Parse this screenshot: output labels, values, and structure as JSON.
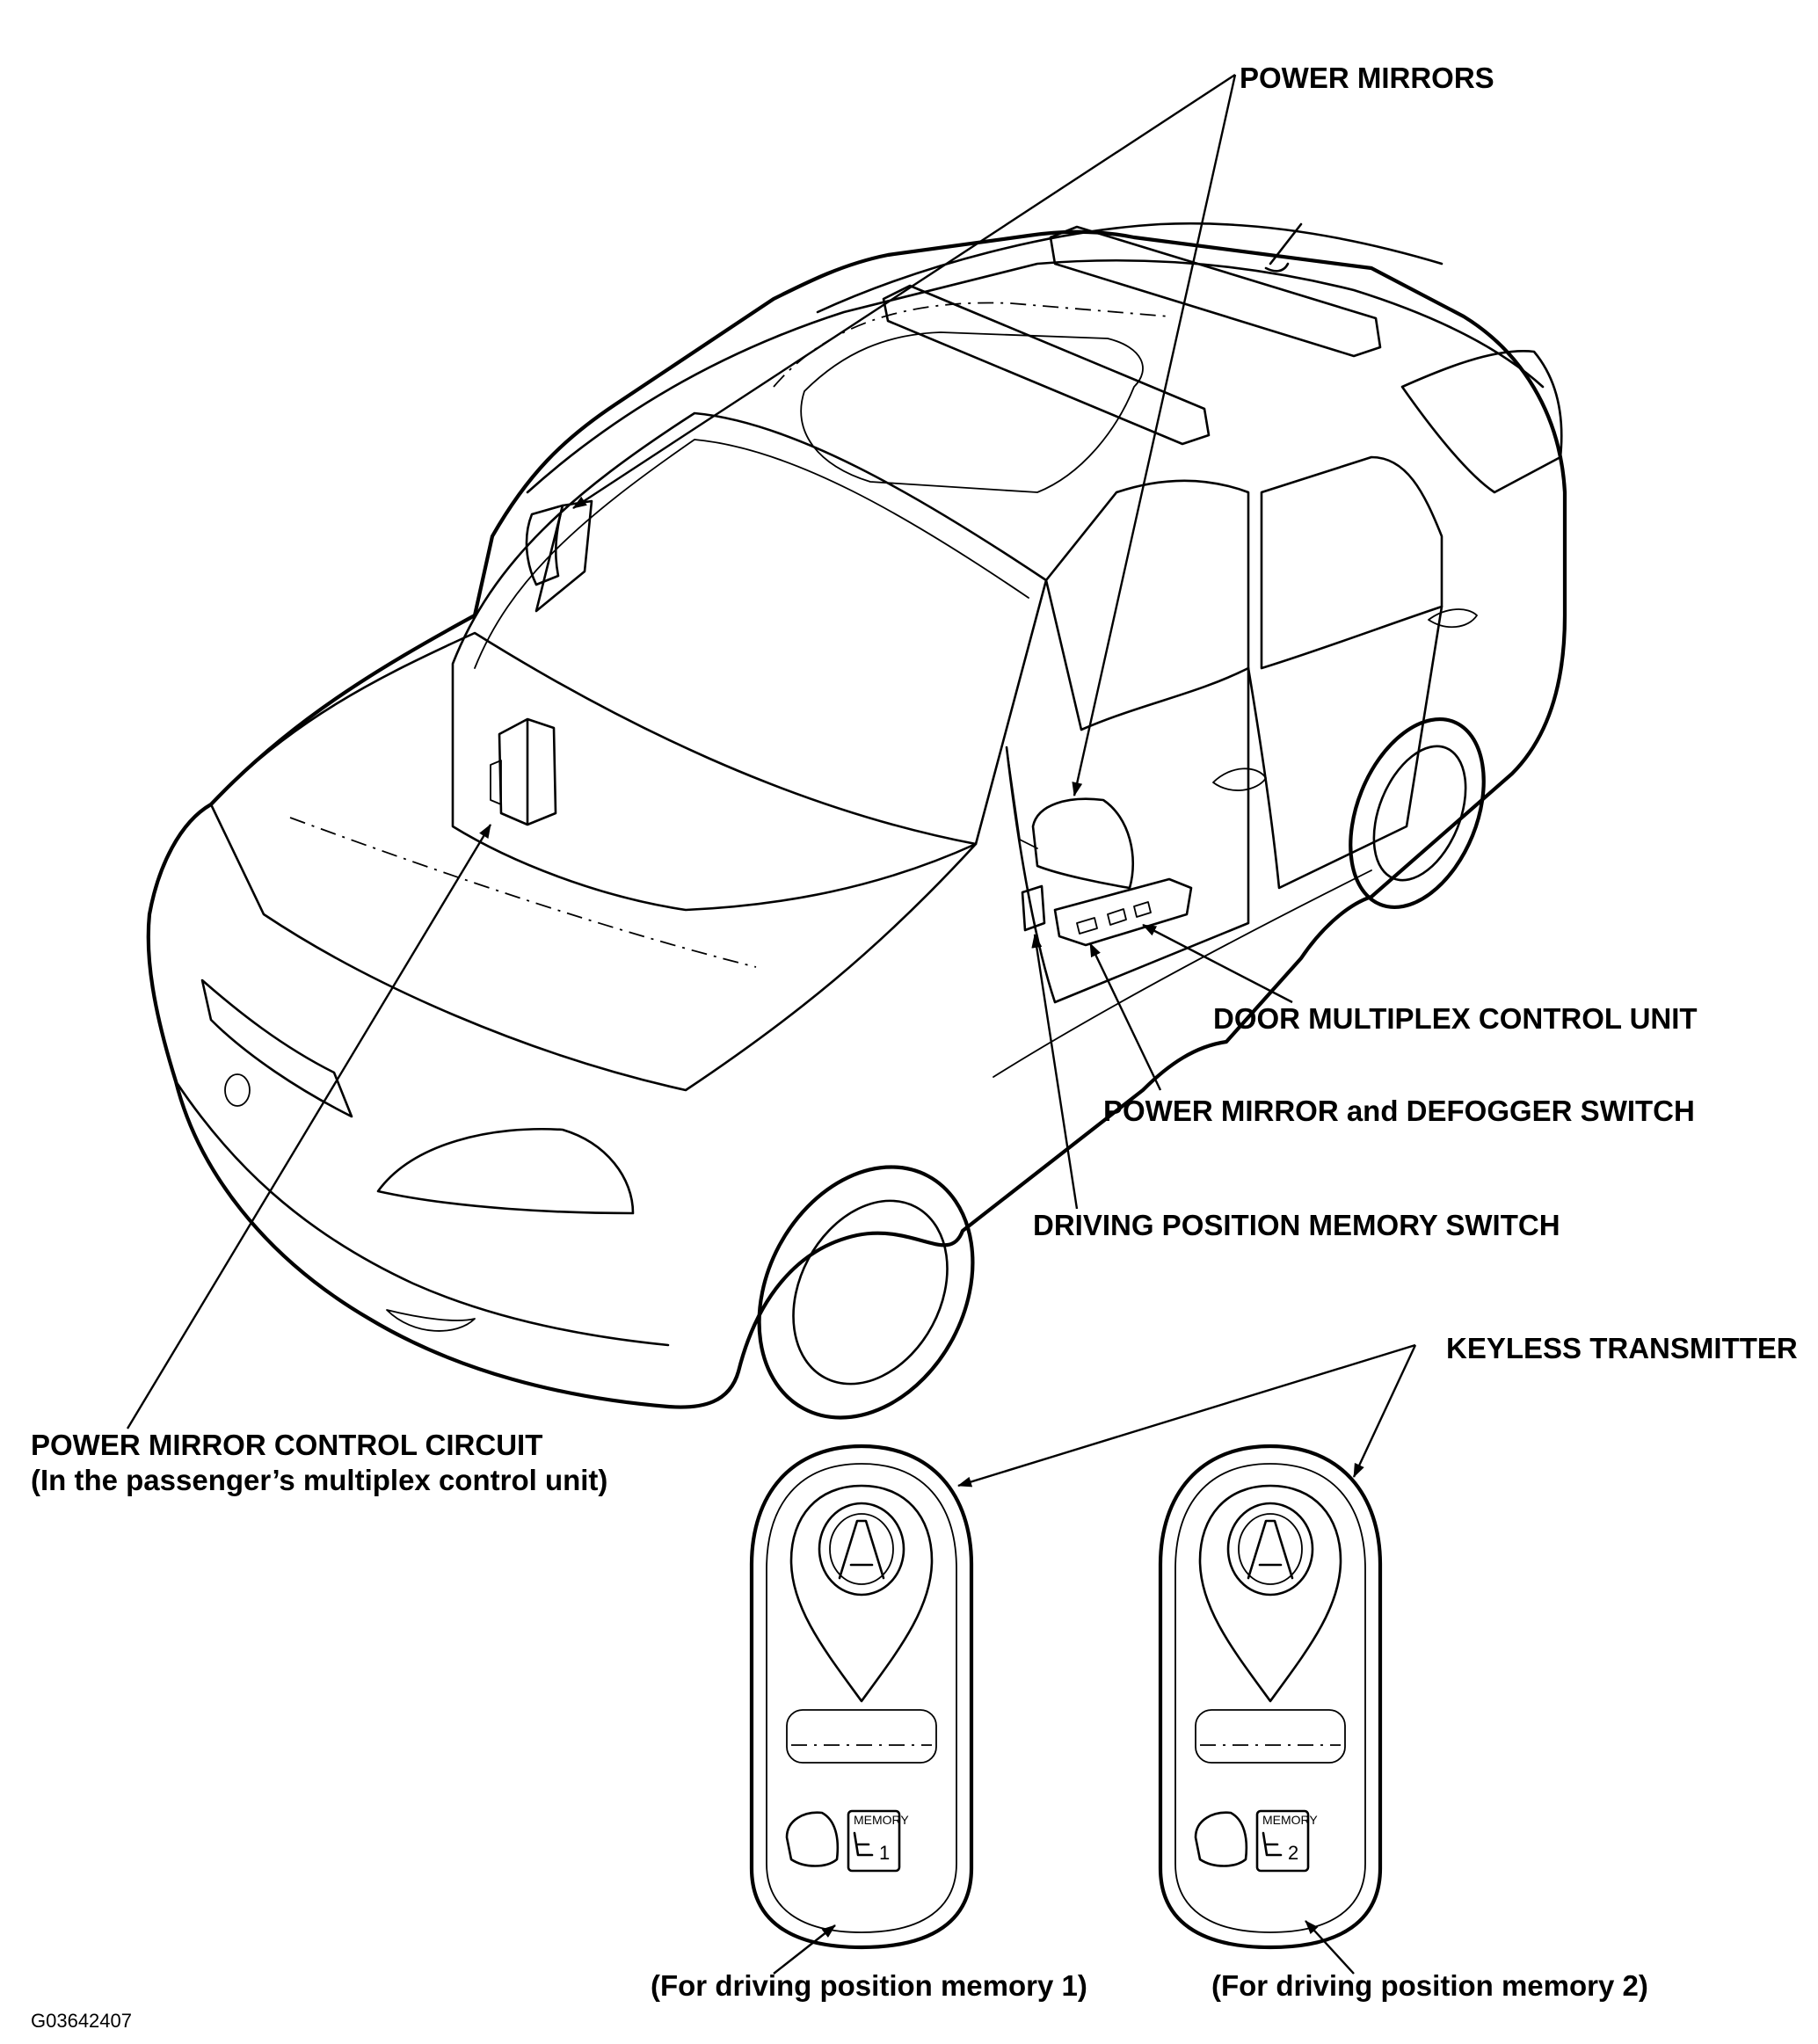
{
  "labels": {
    "power_mirrors": "POWER MIRRORS",
    "door_multiplex_control_unit": "DOOR MULTIPLEX CONTROL UNIT",
    "power_mirror_defogger_switch": "POWER MIRROR and DEFOGGER SWITCH",
    "driving_position_memory_switch": "DRIVING POSITION MEMORY SWITCH",
    "keyless_transmitter": "KEYLESS TRANSMITTER",
    "power_mirror_control_circuit": "POWER MIRROR CONTROL CIRCUIT",
    "power_mirror_control_circuit_note": "(In the passenger’s multiplex control unit)",
    "memory_1_caption": "(For driving position memory 1)",
    "memory_2_caption": "(For driving position memory 2)"
  },
  "transmitters": [
    {
      "button_text": "MEMORY",
      "button_number": "1"
    },
    {
      "button_text": "MEMORY",
      "button_number": "2"
    }
  ],
  "figure_id": "G03642407"
}
